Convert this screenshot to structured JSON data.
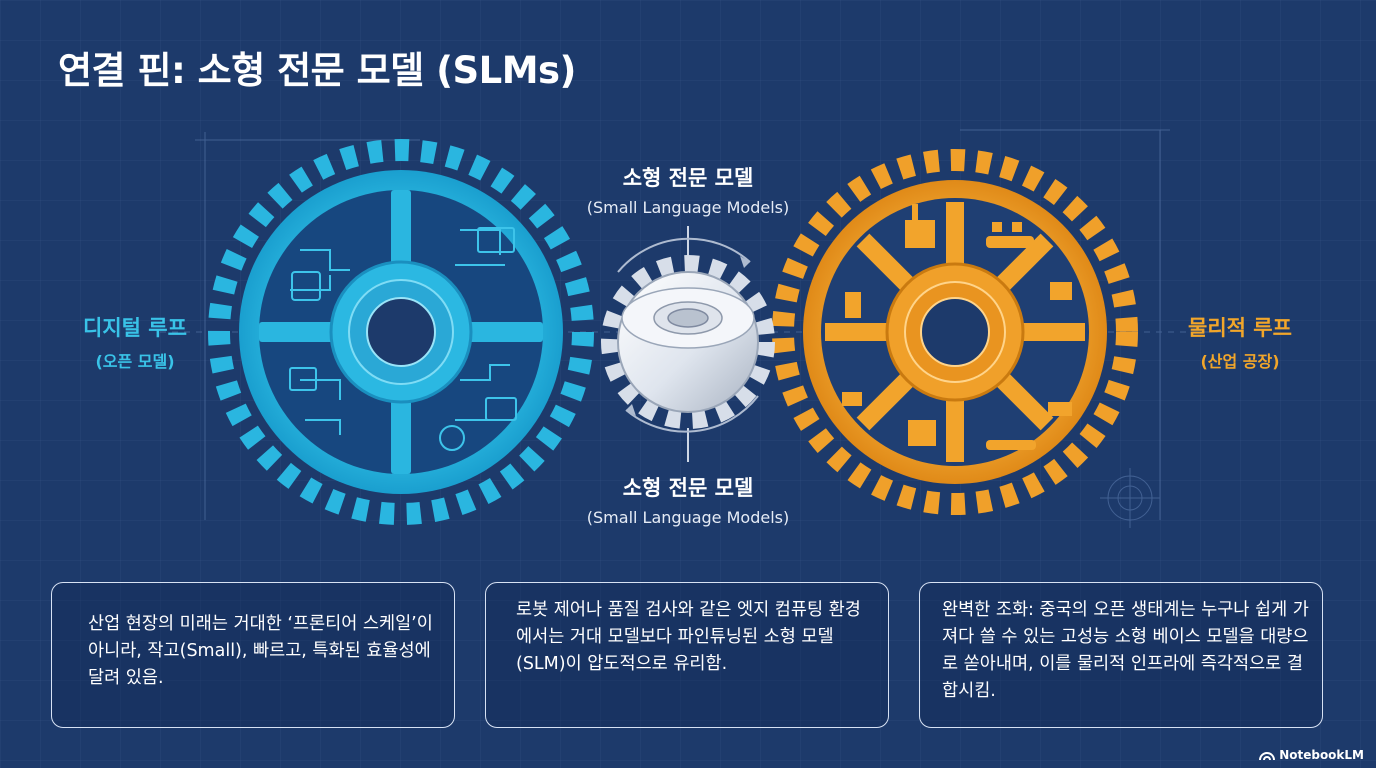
{
  "title": "연결 핀: 소형 전문 모델 (SLMs)",
  "left_gear": {
    "label": "디지털 루프",
    "sublabel": "(오픈 모델)",
    "color": "#29b8e0",
    "icon": "circuit-board-icon"
  },
  "right_gear": {
    "label": "물리적 루프",
    "sublabel": "(산업 공장)",
    "color": "#f0a02a",
    "icon": "factory-icon"
  },
  "center_gear": {
    "top_label": "소형 전문 모델",
    "top_sublabel": "(Small Language Models)",
    "bottom_label": "소형 전문 모델",
    "bottom_sublabel": "(Small Language Models)",
    "color": "#e8ecf2",
    "icon": "silver-gear-icon"
  },
  "cards": [
    {
      "text": "산업 현장의 미래는 거대한 ‘프론티어 스케일’이 아니라, 작고(Small), 빠르고, 특화된 효율성에 달려 있음."
    },
    {
      "text": "로봇 제어나 품질 검사와 같은 엣지 컴퓨팅 환경에서는 거대 모델보다 파인튜닝된 소형 모델(SLM)이 압도적으로 유리함."
    },
    {
      "text": "완벽한 조화: 중국의 오픈 생태계는 누구나 쉽게 가져다 쓸 수 있는 고성능 소형 베이스 모델을 대량으로 쏟아내며, 이를 물리적 인프라에 즉각적으로 결합시킴."
    }
  ],
  "brand": {
    "name": "NotebookLM",
    "icon": "notebooklm-logo-icon"
  }
}
